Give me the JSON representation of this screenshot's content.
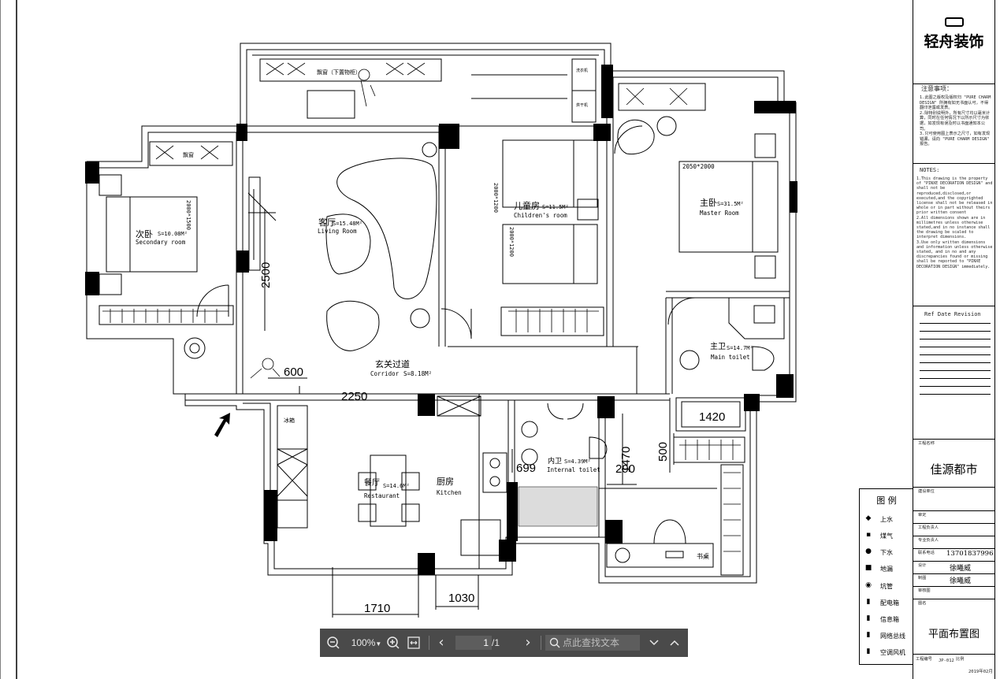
{
  "rooms": {
    "living": {
      "cn": "客厅",
      "area": "S=15.48M²",
      "en": "Living Room"
    },
    "children": {
      "cn": "儿童房",
      "area": "S=11.5M²",
      "en": "Children's room"
    },
    "master": {
      "cn": "主卧",
      "area": "S=31.5M²",
      "en": "Master Room"
    },
    "secondary": {
      "cn": "次卧",
      "area": "S=10.08M²",
      "en": "Secondary room"
    },
    "corridor": {
      "cn": "玄关过道",
      "en": "Corridor",
      "area": "S=8.18M²"
    },
    "main_toilet": {
      "cn": "主卫",
      "area": "S=14.7M²",
      "en": "Main toilet"
    },
    "internal_toilet": {
      "cn": "内卫",
      "area": "S=4.39M²",
      "en": "Internal toilet"
    },
    "restaurant": {
      "cn": "餐厅",
      "area": "S=14.6M²",
      "en": "Restaurant"
    },
    "kitchen": {
      "cn": "厨房",
      "en": "Kitchen"
    },
    "study": {
      "cn": "书桌"
    }
  },
  "fixtures": {
    "bay_window_main": "飘窗（下置物柜）",
    "bay_window_secondary": "飘窗",
    "fridge": "冰箱",
    "bed_master": "2050*2000",
    "bed_children_1": "2000*1200",
    "bed_children_2": "2000*1200",
    "bed_secondary": "2000*1500",
    "washer": "洗衣机",
    "dryer": "烘干机"
  },
  "dimensions": {
    "d2500": "2500",
    "d600": "600",
    "d2250": "2250",
    "d1420": "1420",
    "d500": "500",
    "d1470": "1470",
    "d290": "290",
    "d699": "699",
    "d1710": "1710",
    "d1030": "1030"
  },
  "title_block": {
    "company": "轻舟装饰",
    "notes_cn_title": "注意事项：",
    "notes_cn": "1.此图之版权及版权归 \"PURE CHARM DESIGN\" 所拥有如无书面认可，不得翻印泄露或发表。\n2.除特别说明外，所有尺寸均以毫米计算，同时在任何情况下以所示尺寸为依据，如发现有误及时以书面通知本公司。\n3.只可使用图上表示之尺寸，如有发现错漏，请向 \"PURE CHARM DESIGN\" 报告。",
    "notes_en_title": "NOTES:",
    "notes_en": "1.This drawing is the property of \"PINXE DECORATION DESIGN\" and shall not be reproduced,disclosed,or executed,and the copyrighted license shall not be released in whole or in part without theirs prior written consent\n2.All dimensions shown are in millimetres unless otherwise stated,and in no instance shall the drawing be scaled to interpret dimensions.\n3.Use only written dimensions and information unless otherwise stated, and in no and any discrepancies found or missing shall be reported to \"PINXE DECORATION DESIGN\" immediately.",
    "rev_header": "Ref  Date  Revision",
    "project_label": "工程名称",
    "project_name": "佳源都市",
    "phone": "13701837996",
    "designer": "徐曦威",
    "drafter": "徐曦威",
    "drawing_title_label": "图名",
    "drawing_title": "平面布置图",
    "drawing_no_label": "工程编号",
    "drawing_no": "JP-012",
    "date": "2019年02月",
    "scale_label": "比例",
    "field_labels": [
      "建设单位",
      "审定",
      "工程负责人",
      "专业负责人",
      "联系电话",
      "设计",
      "制图",
      "审核图",
      "图名"
    ]
  },
  "legend": {
    "title": "图 例",
    "items": [
      {
        "sym": "◆",
        "label": "上水"
      },
      {
        "sym": "▪",
        "label": "煤气"
      },
      {
        "sym": "●",
        "label": "下水"
      },
      {
        "sym": "■",
        "label": "地漏"
      },
      {
        "sym": "◉",
        "label": "坑管"
      },
      {
        "sym": "▮",
        "label": "配电箱"
      },
      {
        "sym": "▮",
        "label": "信息箱"
      },
      {
        "sym": "▮",
        "label": "网络总线"
      },
      {
        "sym": "▮",
        "label": "空调风机"
      }
    ]
  },
  "toolbar": {
    "zoom": "100%",
    "page_value": "1",
    "page_total": "/1",
    "search_placeholder": "点此查找文本"
  }
}
